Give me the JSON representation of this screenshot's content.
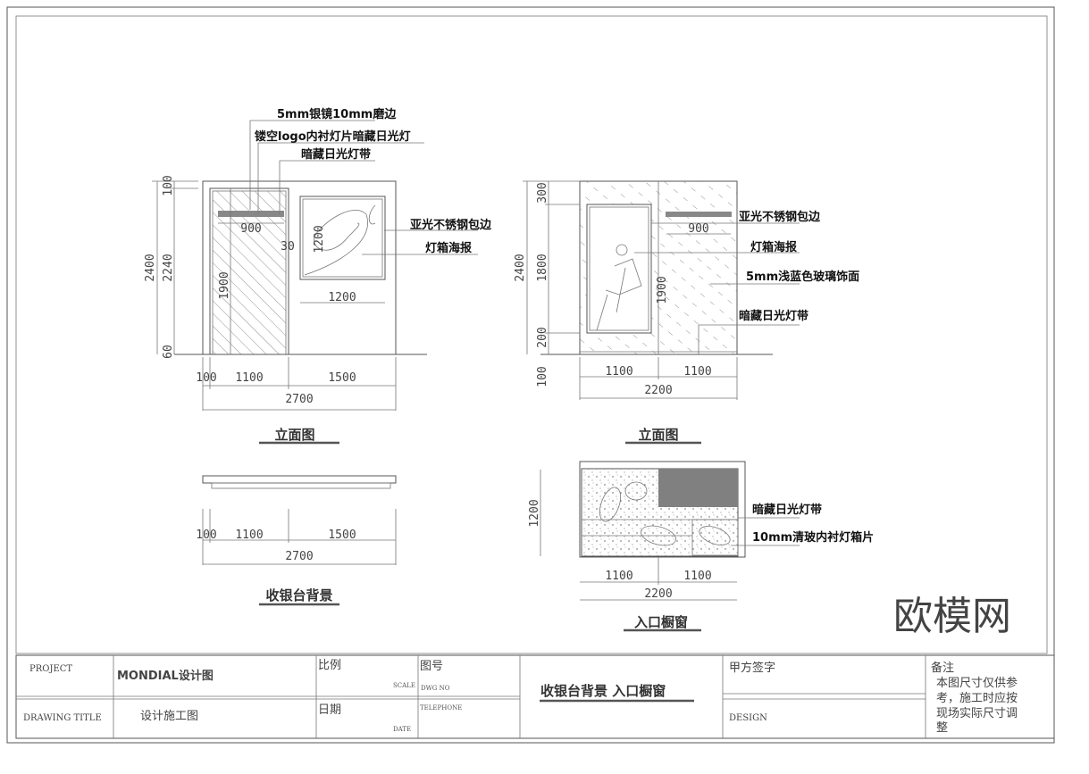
{
  "left_elevation": {
    "callouts": [
      "5mm银镜10mm磨边",
      "镂空logo内衬灯片暗藏日光灯",
      "暗藏日光灯带",
      "亚光不锈钢包边",
      "灯箱海报"
    ],
    "dims": {
      "h_total": "2400",
      "h_inner": "2240",
      "top": "100",
      "bottom": "60",
      "logo_w": "900",
      "gap": "30",
      "door_h": "1900",
      "poster_h": "1200",
      "poster_w": "1200",
      "w1": "100",
      "w2": "1100",
      "w3": "1500",
      "total": "2700"
    },
    "title": "立面图"
  },
  "left_plan": {
    "dims": {
      "w1": "100",
      "w2": "1100",
      "w3": "1500",
      "total": "2700"
    },
    "title": "收银台背景"
  },
  "right_elevation": {
    "callouts": [
      "亚光不锈钢包边",
      "灯箱海报",
      "5mm浅蓝色玻璃饰面",
      "暗藏日光灯带"
    ],
    "dims": {
      "h_total": "2400",
      "top": "300",
      "mid": "1800",
      "b1": "200",
      "b2": "100",
      "logo_w": "900",
      "glass_h": "1900",
      "w1": "1100",
      "w2": "1100",
      "total": "2200"
    },
    "title": "立面图"
  },
  "right_plan": {
    "callouts": [
      "暗藏日光灯带",
      "10mm清玻内衬灯箱片"
    ],
    "dims": {
      "depth": "1200",
      "w1": "1100",
      "w2": "1100",
      "total": "2200"
    },
    "title": "入口橱窗"
  },
  "title_block": {
    "project_label": "PROJECT",
    "project_value": "MONDIAL设计图",
    "scale_label": "比例",
    "scale_sub": "SCALE",
    "dwg_label": "图号",
    "dwg_sub": "DWG NO",
    "drawing_title_label": "DRAWING TITLE",
    "drawing_title_value": "设计施工图",
    "date_label": "日期",
    "date_sub": "DATE",
    "telephone_label": "TELEPHONE",
    "sheet_title": "收银台背景  入口橱窗",
    "client_sign_label": "甲方签字",
    "design_label": "DESIGN",
    "remarks_label": "备注",
    "remarks_text": [
      "本图尺寸仅供参",
      "考，施工时应按",
      "现场实际尺寸调",
      "整"
    ]
  },
  "watermark": "欧模网",
  "colors": {
    "line": "#555555",
    "fill_dark": "#808080",
    "text": "#111111"
  }
}
